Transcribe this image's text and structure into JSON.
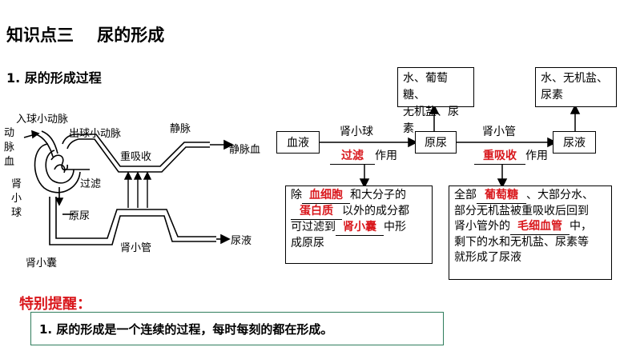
{
  "header": {
    "title": "知识点三    尿的形成",
    "subtitle": "1. 尿的形成过程"
  },
  "kidney": {
    "labels": {
      "afferent": "入球小动脉",
      "artery": "动脉血",
      "efferent": "出球小动脉",
      "reabsorb": "重吸收",
      "vein": "静脉",
      "venous_blood": "静脉血",
      "glomerulus": "肾小球",
      "filter": "过滤",
      "primary_urine": "原尿",
      "capsule": "肾小囊",
      "tubule": "肾小管",
      "urine": "尿液"
    }
  },
  "flow": {
    "nodes": {
      "blood": "血液",
      "primary": "原尿",
      "urine": "尿液"
    },
    "arrow1": {
      "top": "肾小球",
      "fill": "过滤",
      "suffix": "作用"
    },
    "arrow2": {
      "top": "肾小管",
      "fill": "重吸收",
      "suffix": "作用"
    },
    "top_box1": {
      "line1": "水、葡萄糖、",
      "line2": "无机盐、尿素"
    },
    "top_box2": {
      "line1": "水、无机盐、",
      "line2": "尿素"
    },
    "note1": {
      "p1": "除",
      "f1": "血细胞",
      "p2": "和大分子的",
      "f2": "蛋白质",
      "p3": "以外的成分都",
      "p4": "可过滤到",
      "f3": "肾小囊",
      "p5": "中形",
      "p6": "成原尿"
    },
    "note2": {
      "p1": "全部",
      "f1": "葡萄糖",
      "p2": "、大部分水、",
      "p3": "部分无机盐被重吸收后回到",
      "p4": "肾小管外的",
      "f2": "毛细血管",
      "p5": "中，",
      "p6": "剩下的水和无机盐、尿素等",
      "p7": "就形成了尿液"
    }
  },
  "reminder": {
    "heading": "特别提醒：",
    "text": "1. 尿的形成是一个连续的过程，每时每刻的都在形成。"
  },
  "colors": {
    "fill_text": "#d9171c",
    "reminder_border": "#2f7d5c"
  }
}
